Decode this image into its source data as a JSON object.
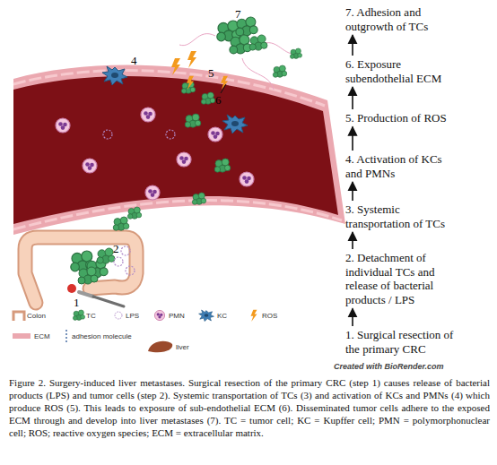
{
  "diagram": {
    "caption": "Figure 2. Surgery-induced liver metastases. Surgical resection of the primary CRC (step 1) causes release of bacterial products (LPS) and tumor cells (step 2). Systemic transportation of TCs (3) and activation of KCs and PMNs (4) which produce ROS (5). This leads to exposure of sub-endothelial ECM (6). Disseminated tumor cells adhere to the exposed ECM through and develop into liver metastases (7). TC = tumor cell; KC = Kupffer cell; PMN = polymorphonuclear cell; ROS; reactive oxygen species; ECM = extracellular matrix.",
    "nodes": [
      {
        "text": [
          "7. Adhesion and outgrowth of TCs"
        ]
      },
      {
        "text": [
          "6. Exposure subendothelial ECM"
        ]
      },
      {
        "text": [
          "5. Production of ROS"
        ]
      },
      {
        "text": [
          "4. Activation of KCs and PMNs"
        ]
      },
      {
        "text": [
          "3. Systemic transportation of TCs"
        ]
      },
      {
        "text": [
          "2. Detachment of individual TCs and release of bacterial products / LPS"
        ]
      },
      {
        "text": [
          "1. Surgical resection of the primary CRC"
        ]
      }
    ],
    "edges": [
      {
        "from": 6,
        "to": 5,
        "arrow": "to"
      },
      {
        "from": 5,
        "to": 4,
        "arrow": "to"
      },
      {
        "from": 4,
        "to": 3,
        "arrow": "to"
      },
      {
        "from": 3,
        "to": 2,
        "arrow": "to"
      },
      {
        "from": 2,
        "to": 1,
        "arrow": "to"
      },
      {
        "from": 1,
        "to": 0,
        "arrow": "to"
      }
    ],
    "labels": [
      "7",
      "4",
      "5",
      "6",
      "2",
      "1",
      "Created with BioRender.com"
    ],
    "legend": [
      {
        "text": "Colon"
      },
      {
        "text": "TC"
      },
      {
        "text": "LPS"
      },
      {
        "text": "PMN"
      },
      {
        "text": "KC"
      },
      {
        "text": "ROS"
      },
      {
        "text": "ECM"
      },
      {
        "text": "adhesion molecule"
      },
      {
        "text": "liver"
      }
    ]
  }
}
